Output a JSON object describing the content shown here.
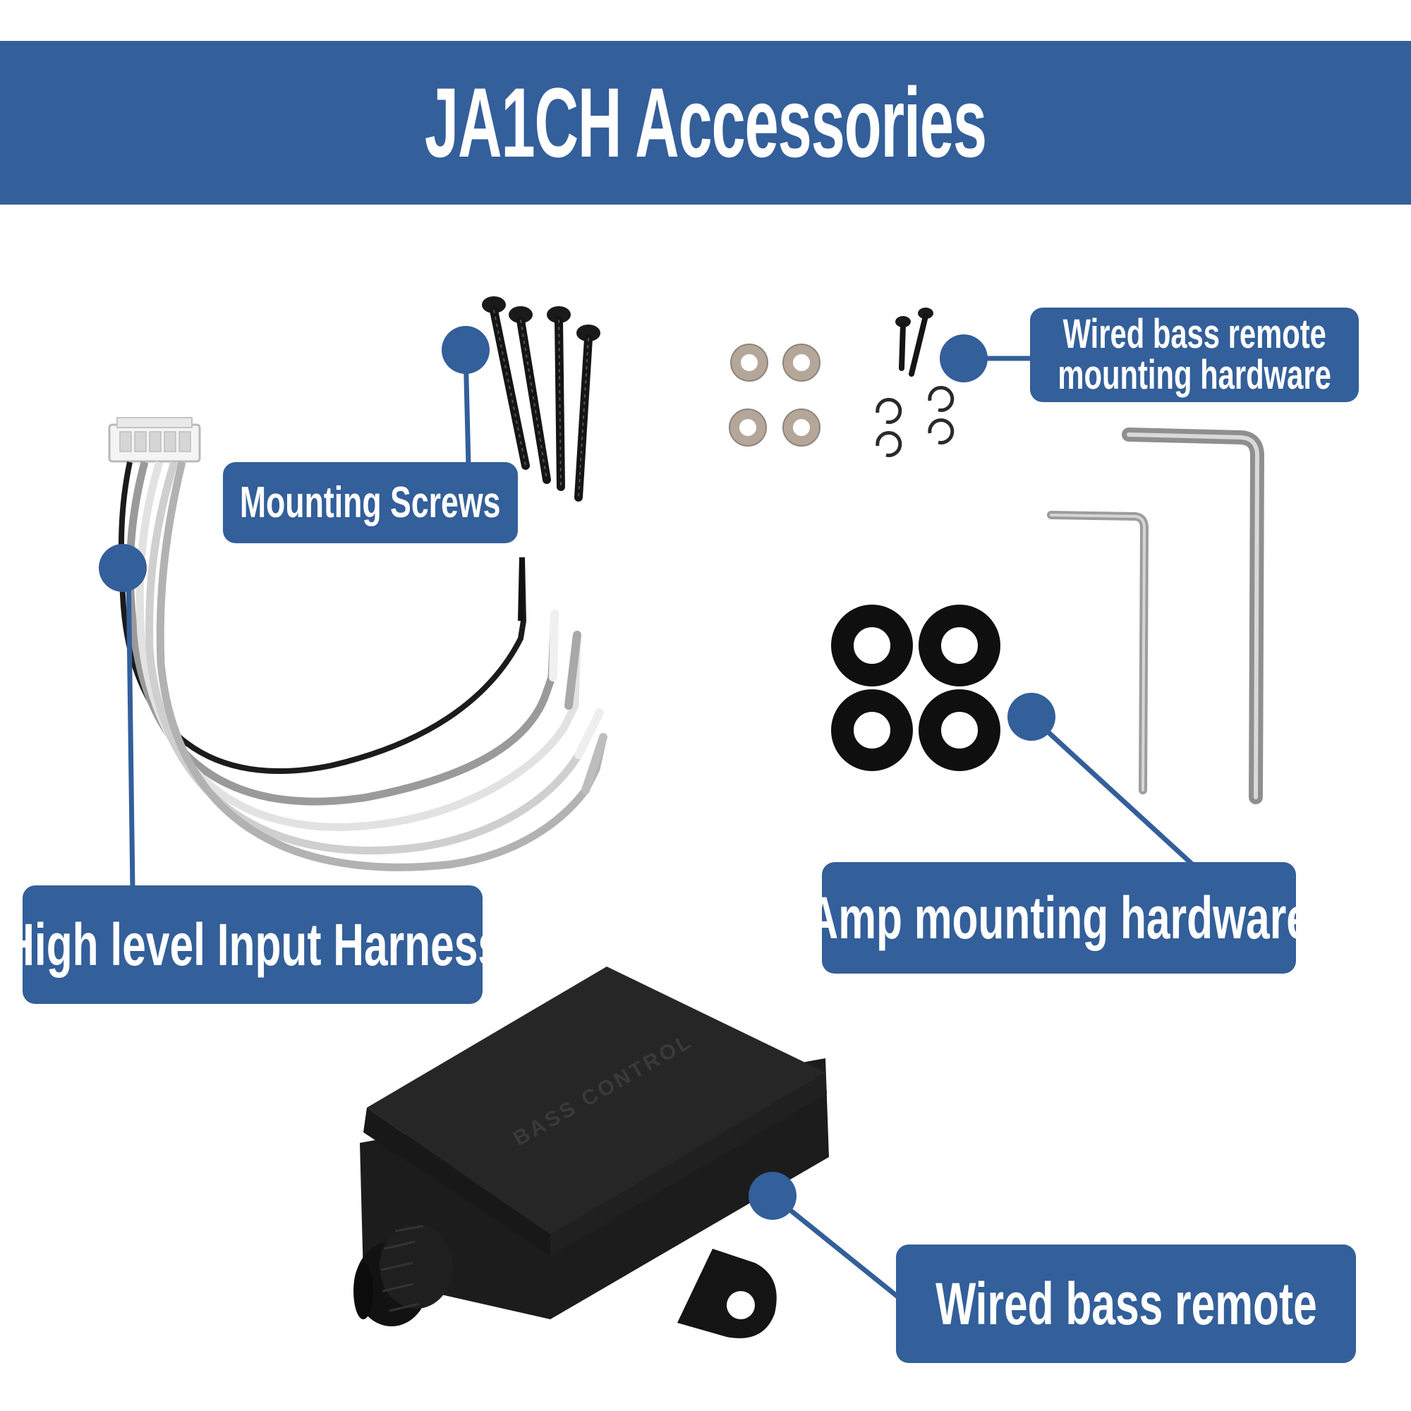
{
  "title": "JA1CH Accessories",
  "colors": {
    "accent": "#335f9a",
    "background": "#ffffff",
    "label_text": "#ffffff"
  },
  "labels": {
    "mounting_screws": "Mounting Screws",
    "remote_hardware_line1": "Wired bass remote",
    "remote_hardware_line2": "mounting hardware",
    "harness": "High level Input Harness",
    "amp_hardware": "Amp mounting hardware",
    "bass_remote": "Wired bass remote"
  },
  "product_text": {
    "remote_top": "BASS CONTROL"
  }
}
